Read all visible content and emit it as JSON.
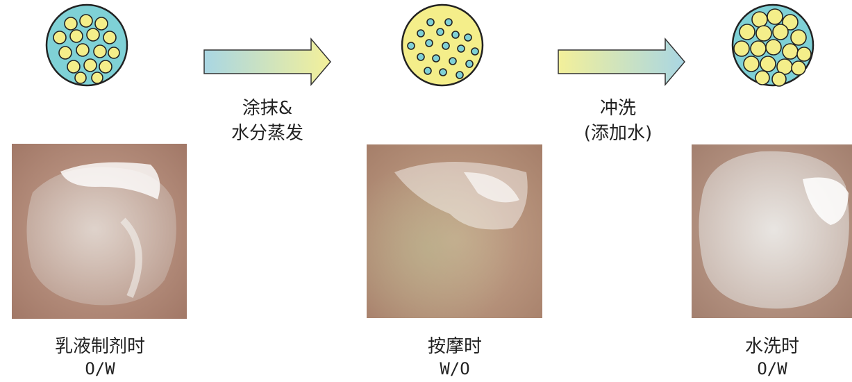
{
  "steps": [
    {
      "label_line1": "涂抹&",
      "label_line2": "水分蒸发"
    },
    {
      "label_line1": "冲洗",
      "label_line2": "(添加水)"
    }
  ],
  "stages": [
    {
      "name": "乳液制剂时",
      "type": "O/W",
      "outer_color": "#7fd1d6",
      "inner_color": "#f4ee8a"
    },
    {
      "name": "按摩时",
      "type": "W/O",
      "outer_color": "#f4ee8a",
      "inner_color": "#7fd1d6"
    },
    {
      "name": "水洗时",
      "type": "O/W",
      "outer_color": "#7fd1d6",
      "inner_color": "#f4ee8a"
    }
  ],
  "colors": {
    "water": "#7fd1d6",
    "oil": "#f4ee8a",
    "skin": "#c39a86",
    "arrow_start": "#a9d6e3",
    "arrow_end": "#f3f09a"
  }
}
